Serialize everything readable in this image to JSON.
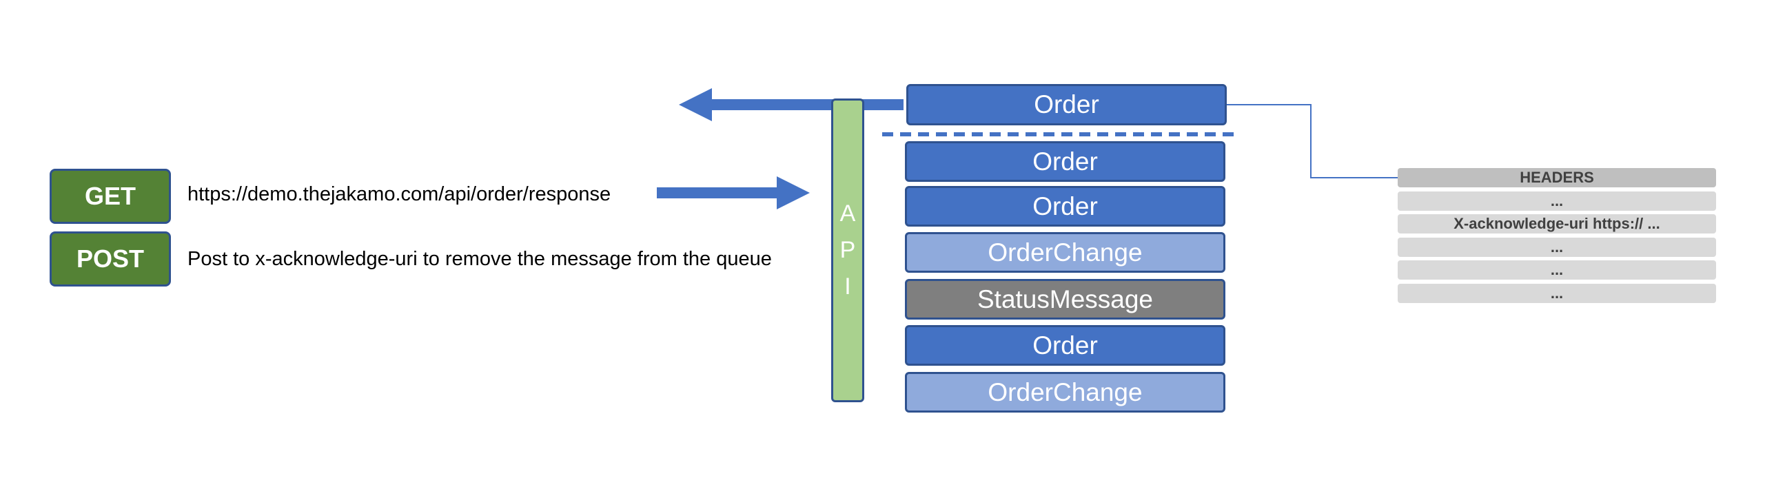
{
  "methods": [
    {
      "verb": "GET",
      "description": "https://demo.thejakamo.com/api/order/response"
    },
    {
      "verb": "POST",
      "description": "Post to x-acknowledge-uri to remove the message from the queue"
    }
  ],
  "api": {
    "letters": [
      "A",
      "P",
      "I"
    ]
  },
  "top_item": {
    "label": "Order",
    "type": "order"
  },
  "queue": [
    {
      "label": "Order",
      "type": "order"
    },
    {
      "label": "Order",
      "type": "order"
    },
    {
      "label": "OrderChange",
      "type": "change"
    },
    {
      "label": "StatusMessage",
      "type": "status"
    },
    {
      "label": "Order",
      "type": "order"
    },
    {
      "label": "OrderChange",
      "type": "change"
    }
  ],
  "headers": {
    "title": "HEADERS",
    "rows": [
      "...",
      "X-acknowledge-uri https:// ...",
      "...",
      "...",
      "..."
    ]
  },
  "colors": {
    "order": "#4472c4",
    "change": "#8faadc",
    "status": "#7f7f7f",
    "method_green": "#548235",
    "api_green": "#a9d18e",
    "border_blue": "#2f528f"
  }
}
